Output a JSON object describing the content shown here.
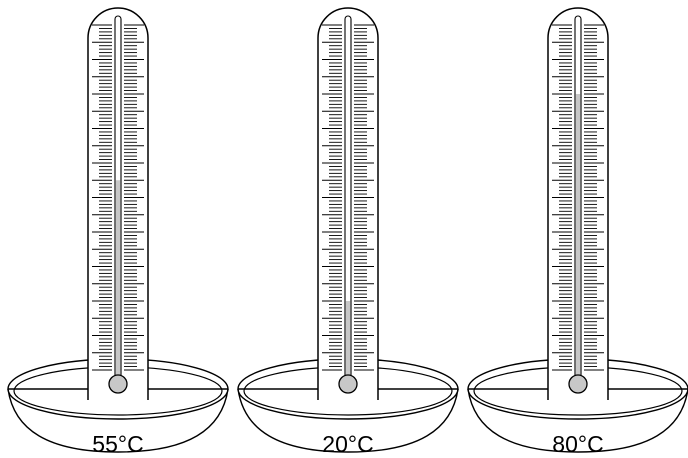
{
  "thermometers": [
    {
      "label": "55°C",
      "reading_c": 55
    },
    {
      "label": "20°C",
      "reading_c": 20
    },
    {
      "label": "80°C",
      "reading_c": 80
    }
  ],
  "scale": {
    "min_c": 0,
    "max_c": 100,
    "minor_ticks": 100,
    "major_every": 5
  },
  "colors": {
    "outline": "#000000",
    "liquid": "#c8c8c8",
    "dish_fill": "#ffffff",
    "background": "#ffffff"
  }
}
